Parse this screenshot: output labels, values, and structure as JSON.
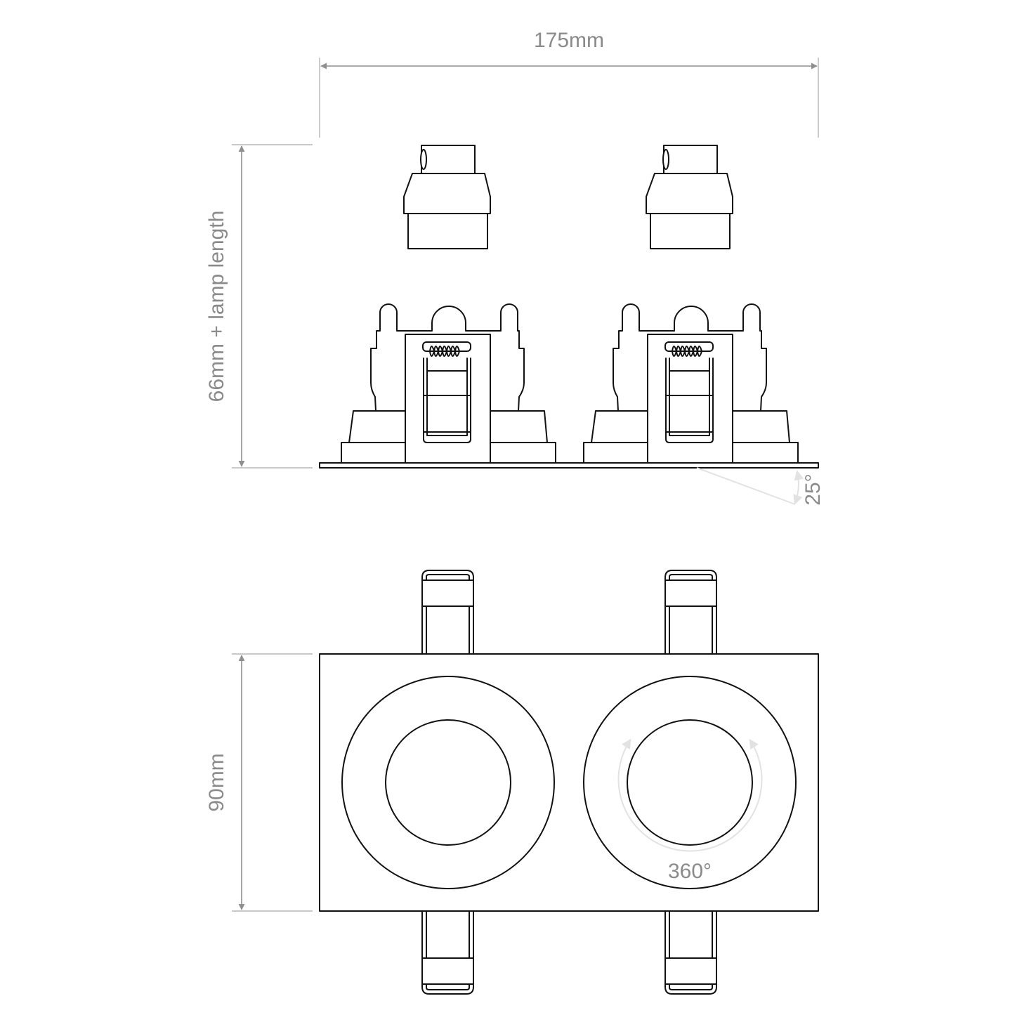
{
  "diagram": {
    "title": "Twin adjustable recessed downlight - technical drawing",
    "colors": {
      "outline": "#111111",
      "dimension": "#8f8f8f",
      "dimension_text": "#8a8a8a",
      "hint_arrow": "#e2e2e2",
      "background": "#ffffff"
    },
    "dimensions": {
      "width": {
        "label": "175mm",
        "orientation": "horizontal"
      },
      "height": {
        "label": "66mm + lamp length",
        "orientation": "vertical"
      },
      "depth": {
        "label": "90mm",
        "orientation": "vertical"
      },
      "tilt": {
        "label": "25°",
        "description": "tilt angle"
      },
      "rotation": {
        "label": "360°",
        "description": "rotation"
      }
    },
    "views": {
      "side_view": {
        "lamp_holders": [
          "lamp-holder-left",
          "lamp-holder-right"
        ],
        "fixtures": [
          "fixture-body-left",
          "fixture-body-right"
        ]
      },
      "top_view": {
        "apertures": [
          "aperture-left",
          "aperture-right"
        ],
        "spring_clips": [
          "clip-top-left",
          "clip-top-right",
          "clip-bottom-left",
          "clip-bottom-right"
        ]
      }
    }
  }
}
